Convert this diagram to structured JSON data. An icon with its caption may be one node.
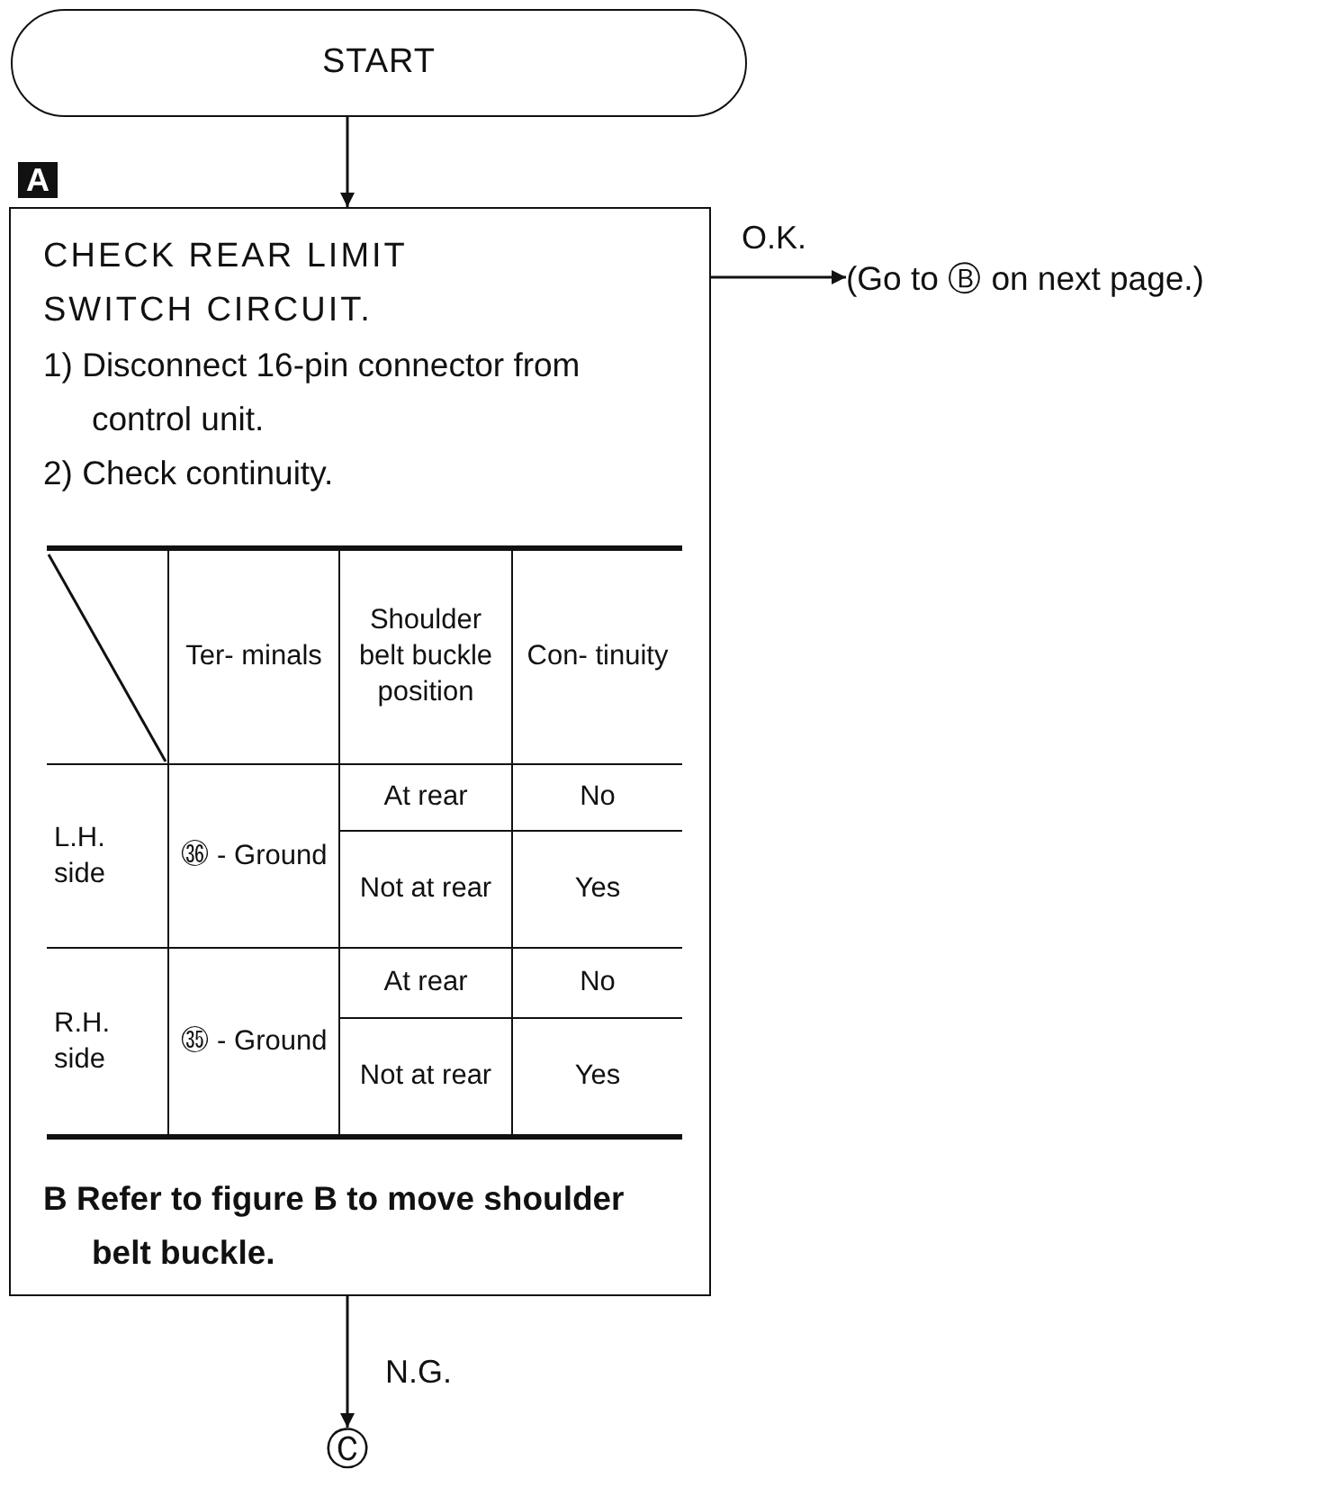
{
  "diagram": {
    "nodes": [
      {
        "text": [
          "START"
        ]
      },
      {
        "text": [
          "CHECK REAR LIMIT SWITCH CIRCUIT.",
          "1) Disconnect 16-pin connector from control unit.",
          "2) Check continuity.",
          "B Refer to figure B to move shoulder belt buckle."
        ]
      },
      {
        "text": [
          "(Go to Ⓑ on next page.)"
        ]
      },
      {
        "text": [
          "Ⓒ"
        ]
      }
    ],
    "edges": [
      {
        "from": 0,
        "to": 1,
        "arrow": "to"
      },
      {
        "from": 1,
        "to": 2,
        "arrow": "to",
        "label": "O.K."
      },
      {
        "from": 1,
        "to": 3,
        "arrow": "to",
        "label": "N.G."
      }
    ],
    "labels": [
      "A",
      "Ter- minals",
      "Shoulder belt buckle position",
      "Con- tinuity",
      "L.H. side",
      "㊱ - Ground",
      "At rear",
      "No",
      "Not at rear",
      "Yes",
      "R.H. side",
      "㉟ - Ground",
      "At rear",
      "No",
      "Not at rear",
      "Yes"
    ]
  }
}
